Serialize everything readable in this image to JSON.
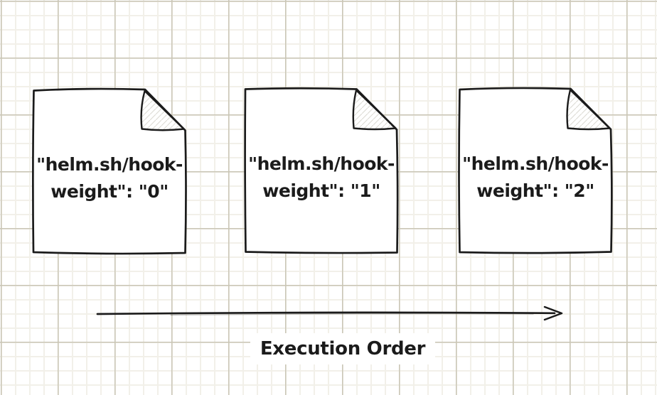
{
  "canvas": {
    "background": "#ffffff",
    "grid_minor_color": "#f2f0e9",
    "grid_major_color": "#cac6b6",
    "ink_color": "#1b1b1b",
    "fold_hatch_color": "#dcdad4"
  },
  "documents": [
    {
      "hook_weight": "0",
      "line1": "\"helm.sh/hook-",
      "line2": "weight\": \"0\""
    },
    {
      "hook_weight": "1",
      "line1": "\"helm.sh/hook-",
      "line2": "weight\": \"1\""
    },
    {
      "hook_weight": "2",
      "line1": "\"helm.sh/hook-",
      "line2": "weight\": \"2\""
    }
  ],
  "arrow": {
    "label": "Execution Order",
    "direction": "left-to-right"
  }
}
